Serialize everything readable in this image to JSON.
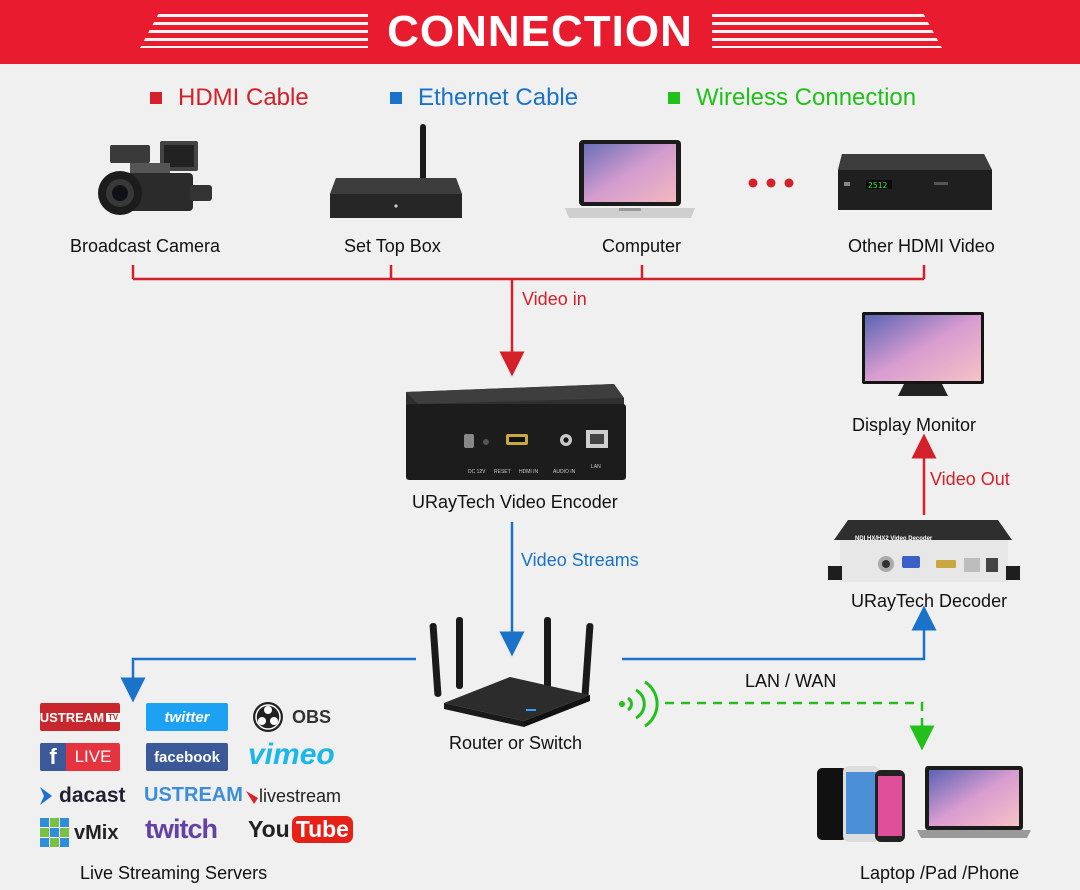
{
  "header": {
    "title": "CONNECTION"
  },
  "legend": [
    {
      "label": "HDMI Cable",
      "color": "#d4202a"
    },
    {
      "label": "Ethernet Cable",
      "color": "#1a72c9"
    },
    {
      "label": "Wireless Connection",
      "color": "#22c01a"
    }
  ],
  "sources": {
    "camera": "Broadcast Camera",
    "settop": "Set Top Box",
    "computer": "Computer",
    "other": "Other HDMI Video"
  },
  "flows": {
    "video_in": "Video in",
    "video_streams": "Video Streams",
    "video_out": "Video Out",
    "lan_wan": "LAN / WAN"
  },
  "devices": {
    "encoder": "URayTech Video Encoder",
    "decoder": "URayTech Decoder",
    "monitor": "Display Monitor",
    "router": "Router or Switch",
    "clients": "Laptop /Pad /Phone",
    "servers": "Live Streaming Servers"
  },
  "encoder_ports": [
    "DC 12V",
    "RESET",
    "HDMI IN",
    "AUDIO IN",
    "LAN"
  ],
  "decoder_title": "NDI HX/HX2 Video Decoder",
  "logos": {
    "ustream_tv": "USTREAM",
    "tv_badge": "TV",
    "twitter": "twitter",
    "obs": "OBS",
    "fb_live": "LIVE",
    "facebook": "facebook",
    "vimeo": "vimeo",
    "dacast": "dacast",
    "ustream": "USTREAM",
    "livestream": "livestream",
    "vmix": "vMix",
    "twitch": "twitch",
    "you": "You",
    "tube": "Tube"
  }
}
